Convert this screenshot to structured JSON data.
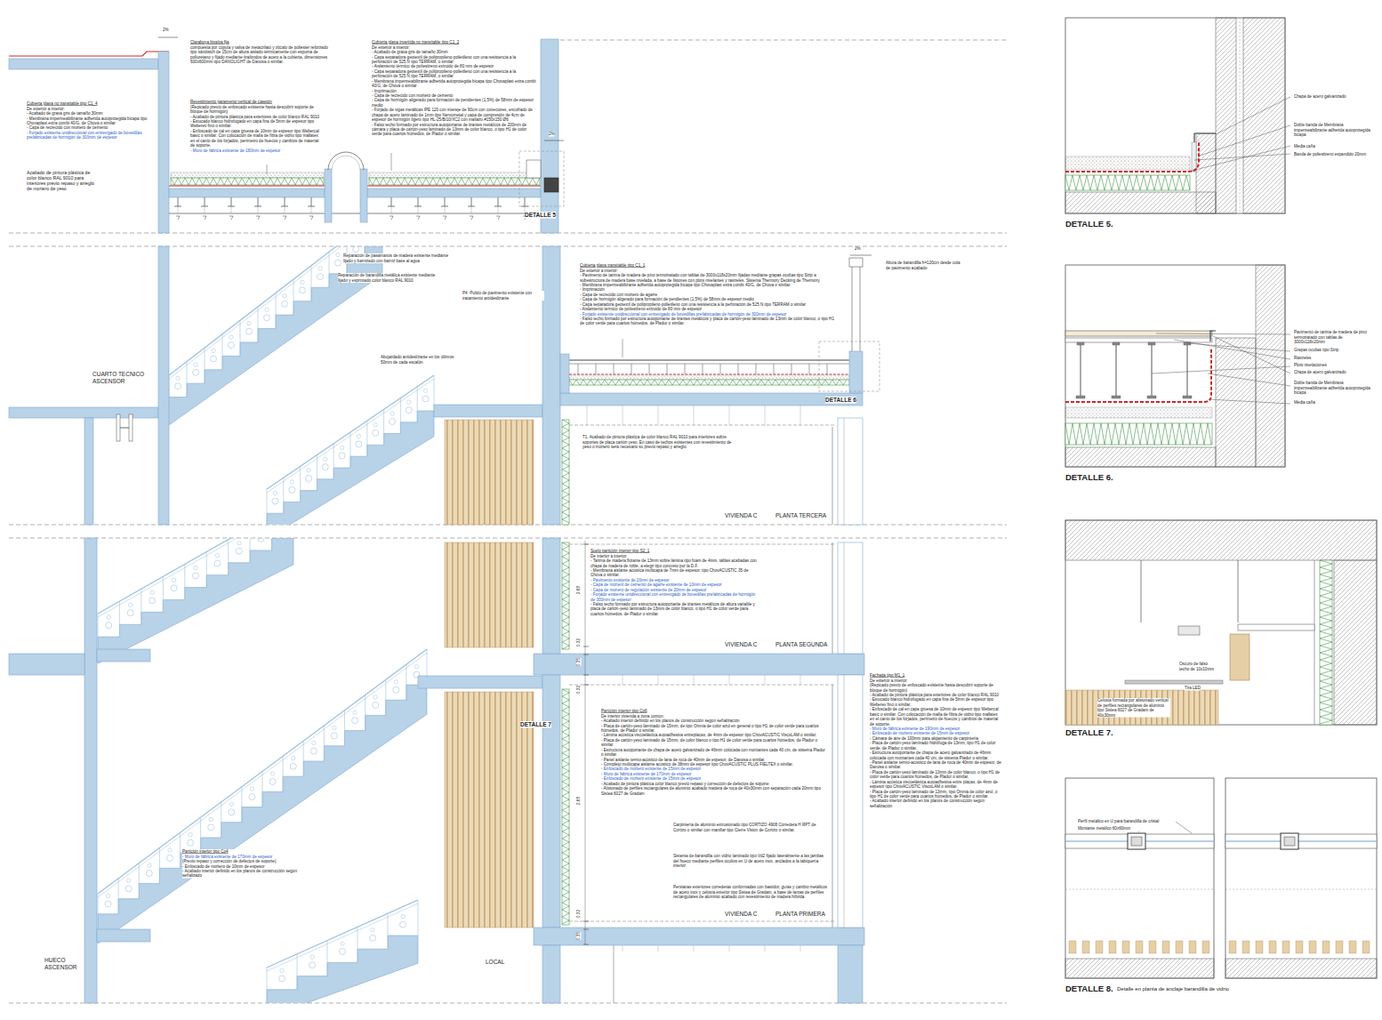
{
  "diagram": {
    "nodes": [
      {
        "text": [
          "DETALLE 5.",
          "Chapa de acero galvanizado",
          "Doble banda de Membrana impermeabilizante adherida autoprotegida bicapa",
          "Media caña",
          "Banda de poliestireno expandido 20mm"
        ]
      },
      {
        "text": [
          "DETALLE 6.",
          "Pavimento de tarima de madera de pino termotratado con tablas de 3000x118x20mm",
          "Grapas ocultas tipo Strip",
          "Rastreles",
          "Plots nivelaciones",
          "Chapa de acero galvanizado",
          "Doble banda de Membrana impermeabilizante adherida autoprotegida bicapa",
          "Media caña"
        ]
      },
      {
        "text": [
          "DETALLE 7.",
          "Oscuro de falso techo de 10x10mm",
          "Tira LED",
          "Celosía formada por alistonado vertical de perfiles rectangulares de aluminio tipo Sistea 6027 de Gradam de 40x30mm"
        ]
      },
      {
        "text": [
          "DETALLE 8.",
          "Detalle en planta de anclaje barandilla de vidrio",
          "Perfil metálico en U para barandilla de cristal",
          "Montante metálico 60x60mm"
        ]
      }
    ],
    "labels": [
      "2%",
      "Cubierta plana no transitable tipo C1_4",
      "De exterior a interior:",
      "- Acabado de grava gris de tamaño 30mm",
      "- Membrana impermeabilizante adherida autoprotegida bicapa tipo Chovaplast extra combi 40/G, de Chova o similar",
      "- Capa de recrecido con mortero de cemento",
      "- Forjado existente unidireccional con entrevigado de bovedillas prefabricadas de hormigón de 300mm de espesor",
      "Acabado de pintura plástica de color blanco RAL 9010 para interiores previo repaso y arreglo de mortero de yeso",
      "Claraboya bivalva fija",
      "compuesta por cúpula y valva de metacrilato y zócalo de poliéster reforzado tipo sándwich de 15cm de altura aislado térmicamente con espuma de poliuretano y fijado mediante tirafondos de acero a la cubierta, dimensiones 600x600mm tipo DANOLIGHT de Danosa o similar.",
      "Revestimiento paramento vertical de casetón",
      "(Repicado previo de enfoscado existente hasta descubrir soporte de bloque de hormigón)",
      "- Acabado de pintura plástica para exteriores de color blanco RAL 9010",
      "- Estucado blanco hidrofugado en capa fina de 5mm de espesor tipo Weberev fino o similar.",
      "- Enfoscado de cal en capa gruesa de 10mm de espesor tipo Webercal basic o similar. Con colocación de malla de fibra de vidrio tipo mallatex en el canto de los forjados, perímetro de huecos y cambios de material de soporte.",
      "- Muro de fábrica existente de 180mm de espesor",
      "Cubierta plana invertida no transitable tipo C1_2",
      "De exterior a interior:",
      "- Acabado de grava gris de tamaño 30mm",
      "- Capa separadora geotextil de polipropileno-polietileno con una resistencia a la perforación de 525 N tipo TERRAM, o similar",
      "- Aislamiento térmico de poliestireno extruido de 80 mm de espesor",
      "- Capa separadora geotextil de polipropileno-polietileno con una resistencia a la perforación de 525 N tipo TERRAM, o similar",
      "- Membrana impermeabilizante adherida autoprotegida bicapa tipo Chovaplast extra combi 40/G, de Chova o similar",
      "- Imprimación",
      "- Capa de recrecido con mortero de cemento",
      "- Capa de hormigón aligerado para formación de pendientes (1,5%) de 58mm de espesor medio",
      "- Forjado de vigas metálicas IPE 120 con intereje de 90cm con conectores, encofrado de chapa de acero laminado de 1mm tipo Nervometal y capa de compresión de 4cm de espesor de hormigón ligero tipo HL-25/B/10/XC2 con mallazo #150x150 Ø6",
      "- Falso techo formado por estructura autoportante de tirantes metálicos de 200mm de cámara y placa de cartón-yeso laminado de 13mm de color blanco, o tipo H1 de color verde para cuartos húmedos, de Pladur o similar.",
      "2%",
      "DETALLE 5",
      "Reparación de pasamanos de madera existente mediante lijado y barnizado con barniz base al agua",
      "Reparación de barandilla metálica existente mediante lijado y esprintado color blanco RAL 9010",
      "P4: Pulido de pavimento existente con tratamiento antideslizante",
      "Abujardado antideslizante en los últimos 50mm de cada escalón",
      "CUARTO TECNICO ASCENSOR",
      "2%",
      "Cubierta plana transitable tipo C1_1",
      "De exterior a interior:",
      "- Pavimento de tarima de madera de pino termotratado con tablas de 3000x118x20mm fijadas mediante grapas ocultas tipo Strip a subestructura de madera base nivelada, a base de listones con plots nivelantes y rastreles. Sistema Thermory Decking de Thermory.",
      "- Membrana impermeabilizante adherida autoprotegida bicapa tipo Chovaplast extra combi 40/G, de Chova o similar",
      "- Imprimación",
      "- Capa de recrecido con mortero de agarre",
      "- Capa de hormigón aligerado para formación de pendientes (1,5%) de 58mm de espesor medio",
      "- Capa separadora geotextil de polipropileno-polietileno con una resistencia a la perforación de 525 N tipo TERRAM o similar",
      "- Aislamiento térmico de poliestireno extruido de 80 mm de espesor",
      "- Forjado existente unidireccional con entrevigado de bovedillas prefabricadas de hormigón de 300mm de espesor",
      "- Falso techo formado por estructura autoportante de tirantes metálicos y placa de cartón-yeso laminado de 13mm de color blanco, o tipo H1 de color verde para cuartos húmedos, de Pladur o similar.",
      "Altura de barandilla h=120cm desde cota de pavimento acabado",
      "DETALLE 6",
      "T1: Acabado de pintura plástica de color blanco RAL 9010 para interiores sobre soportes de placa cartón yeso. En caso de techos existentes con revestimiento de yeso o mortero será necesario su previo repaso y arreglo.",
      "VIVIENDA C",
      "PLANTA TERCERA",
      "Suelo partición interior tipo S2_1",
      "De interior a interior:",
      "- Tarima de madera flotante de 13mm sobre lámina tipo foam de 4mm, tablas acabadas con chapa de madera de roble, a elegir tipo concreto por la D.F.",
      "- Membrana aislante acústica multicapa de 7mm de espesor, tipo ChovACUSTIC 35 de Chova o similar.",
      "- Pavimento existente de 20mm de espesor",
      "- Capa de mortero de cemento de agarre existente de 10mm de espesor",
      "- Capa de mortero de regulación existente de 20mm de espesor",
      "- Forjado existente unidireccional con entrevigado de bovedillas prefabricadas de hormigón de 300mm de espesor",
      "- Falso techo formado por estructura autoportante de tirantes metálicos de altura variable y placa de cartón-yeso laminado de 13mm de color blanco, o tipo H1 de color verde para cuartos húmedos, de Pladur o similar.",
      "VIVIENDA C",
      "PLANTA SEGUNDA",
      "2.68",
      "0.32",
      "0.35",
      "0.32",
      "2.68",
      "0.32",
      "0.35",
      "DETALLE 7",
      "Partición interior tipo Co6",
      "De interior vivienda a zona común:",
      "- Acabado interior definido en los planos de construcción según señalización",
      "- Placa de cartón-yeso laminado de 15mm, de tipo Omnia de color azul en general o tipo H1 de color verde para cuartos húmedos, de Pladur o similar.",
      "- Lámina acústica viscoelástica autoadhesiva entreplacas, de 4mm de espesor tipo ChovACUSTIC ViscoLAM o similar.",
      "- Placa de cartón-yeso laminado de 15mm, de color blanco o tipo H1 de color verde para cuartos húmedos, de Pladur o similar.",
      "- Estructura autoportante de chapa de acero galvanizado de 46mm colocada con montantes cada 40 cm, de sistema Pladur o similar.",
      "- Panel aislante termo-acústico de lana de roca de 40mm de espesor, de Danosa o similar.",
      "- Complejo multicapa aislante acústico de 38mm de espesor tipo ChovACUSTIC PLUS FIELTEX o similar.",
      "- Enfoscado de mortero existente de 15mm de espesor",
      "- Muro de fábrica existente de 170mm de espesor",
      "- Enfoscado de mortero existente de 15mm de espesor",
      "- Acabado de pintura plástica color blanco previo repaso y corrección de defectos de soporte",
      "- Alistonado de perfiles rectangulares de aluminio acabado madera de roca de 40x30mm con separación cada 20mm tipo Sistea 6027 de Gradam",
      "Fachada tipo M1_1",
      "De exterior a interior:",
      "(Repicado previo de enfoscado existente hasta descubrir soporte de bloque de hormigón)",
      "- Acabado de pintura plástica para exteriores de color blanco RAL 9010",
      "- Estucado blanco hidrofugado en capa fina de 5mm de espesor tipo Weberev fino o similar.",
      "- Enfoscado de cal en capa gruesa de 10mm de espesor tipo Webercal basic o similar. Con colocación de malla de fibra de vidrio tipo mallatex en el canto de los forjados, perímetro de huecos y cambios de material de soporte.",
      "- Muro de fábrica existente de 190mm de espesor",
      "- Enfoscado de mortero existente de 15mm de espesor",
      "- Cámara de aire de 100mm para alojamiento de carpintería",
      "- Placa de cartón-yeso laminado hidrófuga de 13mm, tipo H1 de color verde, de Pladur o similar.",
      "- Estructura autoportante de chapa de acero galvanizado de 46mm colocada con montantes cada 40 cm, de sistema Pladur o similar.",
      "- Panel aislante termo-acústico de lana de roca de 40mm de espesor, de Danosa o similar.",
      "- Placa de cartón-yeso laminado de 13mm de color blanco, o tipo H1 de color verde para cuartos húmedos, de Pladur o similar.",
      "- Lámina acústica viscoelástica autoadhesiva entre placas, de 4mm de espesor tipo ChovACUSTIC ViscoLAM o similar.",
      "- Placa de cartón-yeso laminado de 13mm, tipo Omnia de color azul, o tipo H1 de color verde para cuartos húmedos, de Pladur o similar.",
      "- Acabado interior definido en los planos de construcción según señalización",
      "Carpintería de aluminio extrusionado tipo CORTIZO 4908 Corredera H RPT de Cortizo o similar con manillar tipo Cierre Vision de Cortizo o similar.",
      "Sistema de barandilla con vidrio laminado tipo Vd2 fijado lateralmente a las jambas del hueco mediante perfiles ocultos en U de acero inox. anclados a la tabiquería interior",
      "Persianas exteriores correderas conformadas con bastidor, guías y cambio metálicos de acero inox y celosía exterior tipo Sistea de Gradam, a base de lamas de perfiles rectangulares de aluminio acabado con revestimiento de madera híbrida.",
      "VIVIENDA C",
      "PLANTA PRIMERA",
      "Partición interior tipo Co4",
      "- Muro de fábrica existente de 170mm de espesor",
      "(Previo repaso y corrección de defectos de soporte)",
      "- Enfoscado de mortero de 10mm de espesor",
      "- Acabado interior definido en los planos de construcción según señalizado",
      "HUECO ASCENSOR",
      "LOCAL"
    ]
  }
}
